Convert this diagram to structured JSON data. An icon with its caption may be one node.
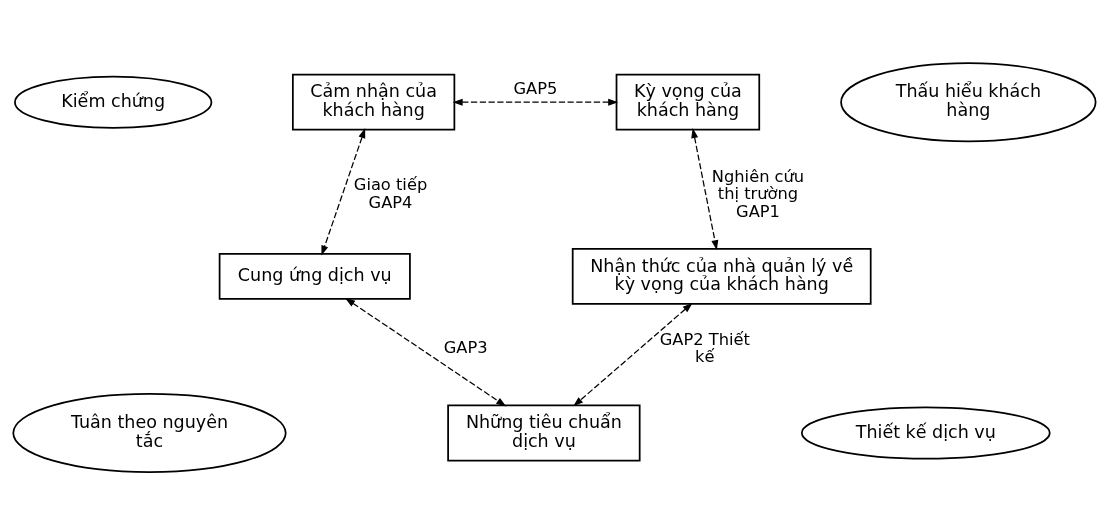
{
  "diagram": {
    "nodes": [
      {
        "text": [
          "Cảm nhận của khách hàng"
        ]
      },
      {
        "text": [
          "Kỳ vọng của khách hàng"
        ]
      },
      {
        "text": [
          "Kiểm chứng"
        ]
      },
      {
        "text": [
          "Thấu hiểu khách hàng"
        ]
      },
      {
        "text": [
          "Cung ứng dịch vụ"
        ]
      },
      {
        "text": [
          "Nhận thức của nhà quản lý về kỳ vọng của khách hàng"
        ]
      },
      {
        "text": [
          "Tuân theo nguyên tắc"
        ]
      },
      {
        "text": [
          "Những tiêu chuẩn dịch vụ"
        ]
      },
      {
        "text": [
          "Thiết kế dịch vụ"
        ]
      }
    ],
    "edges": [
      {
        "from": 0,
        "to": 1,
        "arrow": "both",
        "style": "dashed",
        "label": "GAP5"
      },
      {
        "from": 0,
        "to": 4,
        "arrow": "both",
        "style": "dashed",
        "label": "Giao tiếp GAP4"
      },
      {
        "from": 1,
        "to": 5,
        "arrow": "both",
        "style": "dashed",
        "label": "Nghiên cứu thị trường GAP1"
      },
      {
        "from": 5,
        "to": 7,
        "arrow": "both",
        "style": "dashed",
        "label": "GAP2 Thiết kế"
      },
      {
        "from": 4,
        "to": 7,
        "arrow": "both",
        "style": "dashed",
        "label": "GAP3"
      }
    ]
  }
}
